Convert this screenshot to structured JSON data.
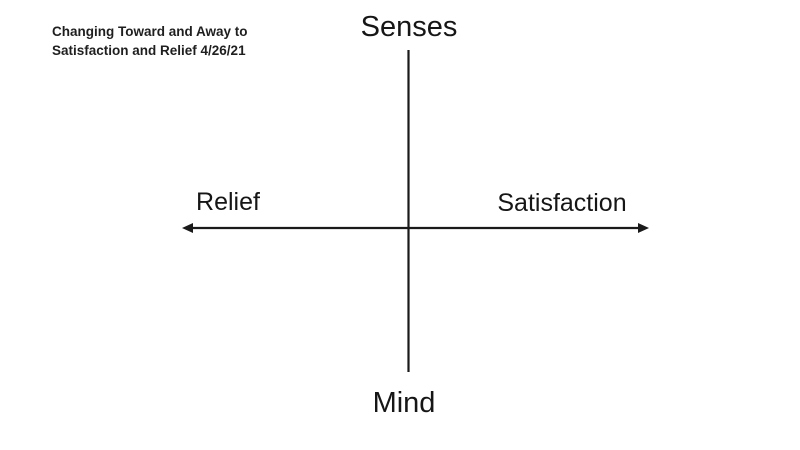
{
  "title": {
    "line1": "Changing Toward and Away to",
    "line2": "Satisfaction and Relief 4/26/21"
  },
  "axes": {
    "top_label": "Senses",
    "bottom_label": "Mind",
    "left_label": "Relief",
    "right_label": "Satisfaction"
  },
  "colors": {
    "line": "#1a1a1a",
    "text": "#1a1a1a",
    "background": "#ffffff"
  }
}
